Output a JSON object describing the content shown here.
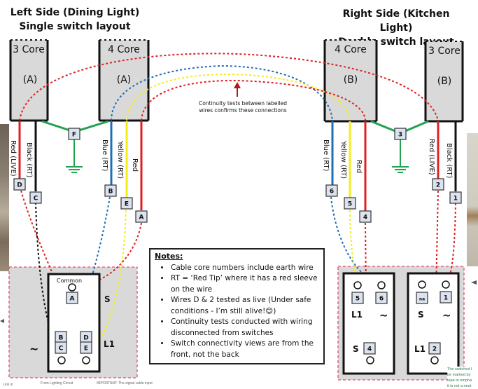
{
  "left": {
    "title_line1": "Left Side (Dining Light)",
    "title_line2": "Single switch layout",
    "cable_3core": {
      "label": "3 Core",
      "id": "(A)"
    },
    "cable_4core": {
      "label": "4 Core",
      "id": "(A)"
    },
    "earth_tag": "F",
    "wires": [
      {
        "tag": "D",
        "label": "Red (LIVE)",
        "color": "#e02020"
      },
      {
        "tag": "C",
        "label": "Black (RT)",
        "color": "#111111"
      },
      {
        "tag": "B",
        "label": "Blue (RT)",
        "color": "#1f6fb5"
      },
      {
        "tag": "E",
        "label": "Yellow (RT)",
        "color": "#f2ee1c"
      },
      {
        "tag": "A",
        "label": "Red",
        "color": "#e02020"
      }
    ],
    "switch": {
      "common_label": "Common",
      "terminal_tags": [
        "A",
        "B",
        "C",
        "D",
        "E"
      ],
      "label_s": "S",
      "label_l1": "L1",
      "label_tilde": "~"
    }
  },
  "right": {
    "title_line1": "Right Side (Kitchen Light)",
    "title_line2": "Double switch layout",
    "cable_4core": {
      "label": "4 Core",
      "id": "(B)"
    },
    "cable_3core": {
      "label": "3 Core",
      "id": "(B)"
    },
    "earth_tag": "3",
    "wires": [
      {
        "tag": "6",
        "label": "Blue (RT)",
        "color": "#1f6fb5"
      },
      {
        "tag": "5",
        "label": "Yellow (RT)",
        "color": "#f2ee1c"
      },
      {
        "tag": "4",
        "label": "Red",
        "color": "#e02020"
      },
      {
        "tag": "2",
        "label": "Red (LIVE)",
        "color": "#e02020"
      },
      {
        "tag": "1",
        "label": "Black (RT)",
        "color": "#111111"
      }
    ],
    "switch1": {
      "tags": [
        "5",
        "6",
        "4"
      ],
      "label_l1": "L1",
      "label_tilde": "~",
      "label_s": "S"
    },
    "switch2": {
      "tags": [
        "na",
        "1",
        "2"
      ],
      "label_s": "S",
      "label_tilde": "~",
      "label_l1": "L1"
    }
  },
  "annotation": {
    "line1": "Continuity tests between labelled",
    "line2": "wires confirms these connections"
  },
  "notes": {
    "heading": "Notes:",
    "items": [
      "Cable core numbers include earth wire",
      "RT = ‘Red Tip’ where it has a red sleeve on the wire",
      "Wires D & 2 tested as live (Under safe conditions - I’m still alive!😊)",
      "Continuity tests conducted with wiring disconnected from switches",
      "Switch connectivity views are from the front, not the back"
    ]
  },
  "background_fragments": {
    "from_lighting_circuit": "From Lighting Circuit",
    "important": "IMPORTANT: The signal cable input",
    "link_in": "Link in",
    "green_note": [
      "The switched l",
      "be marked by",
      "tape to empha",
      "it is not a neut"
    ]
  },
  "colors": {
    "red": "#e02020",
    "blue": "#1f6fb5",
    "yellow": "#f2ee1c",
    "black": "#111111",
    "earth_green": "#22a350",
    "box_grey": "#d9d9d9",
    "tag_fill": "#dce3ef",
    "arrow_red": "#b01818"
  }
}
